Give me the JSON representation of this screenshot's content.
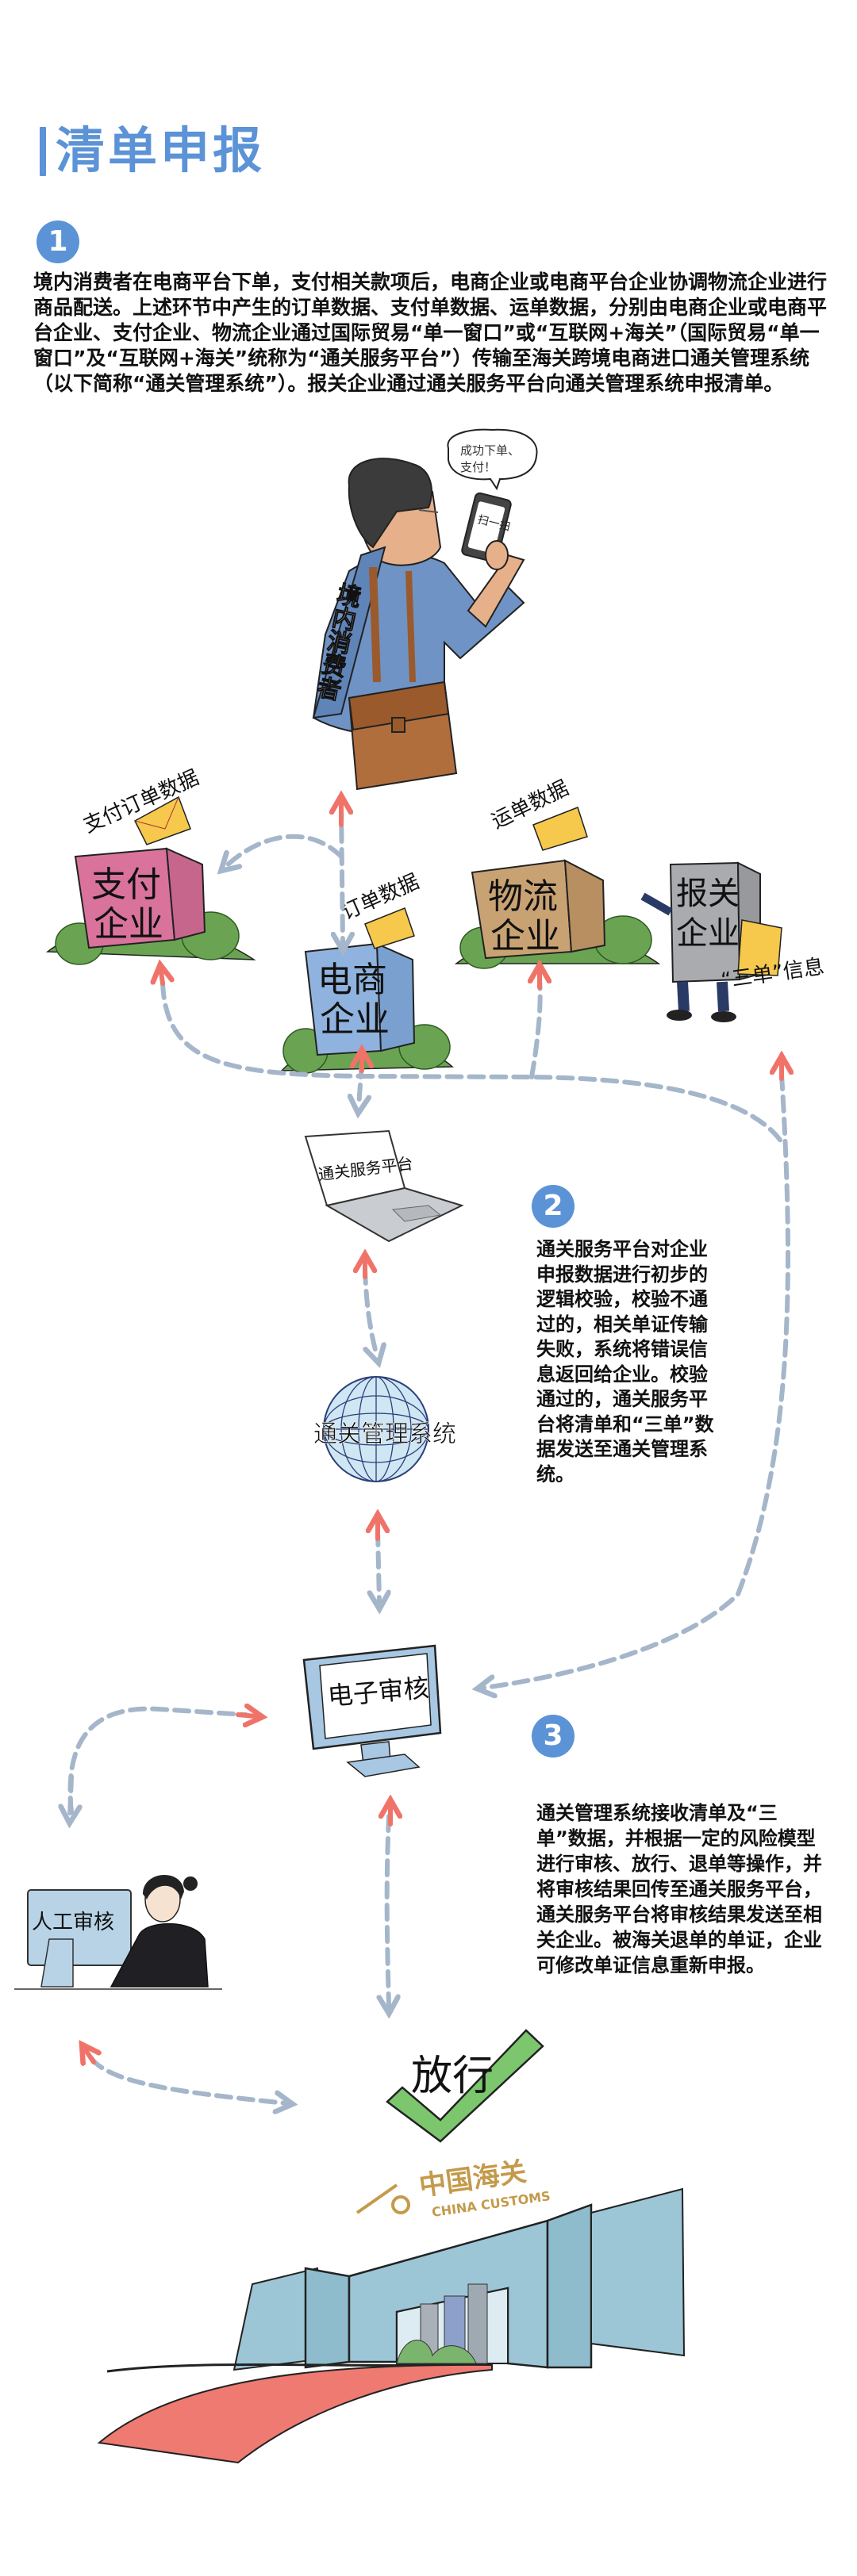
{
  "header": {
    "title": "清单申报"
  },
  "steps": [
    {
      "number": "1",
      "text": "境内消费者在电商平台下单，支付相关款项后，电商企业或电商平台企业协调物流企业进行商品配送。上述环节中产生的订单数据、支付单数据、运单数据，分别由电商企业或电商平台企业、支付企业、物流企业通过国际贸易“单一窗口”或“互联网+海关”（国际贸易“单一窗口”及“互联网+海关”统称为“通关服务平台”）传输至海关跨境电商进口通关管理系统（以下简称“通关管理系统”）。报关企业通过通关服务平台向通关管理系统申报清单。"
    },
    {
      "number": "2",
      "text": "通关服务平台对企业申报数据进行初步的逻辑校验，校验不通过的，相关单证传输失败，系统将错误信息返回给企业。校验通过的，通关服务平台将清单和“三单”数据发送至通关管理系统。"
    },
    {
      "number": "3",
      "text": "通关管理系统接收清单及“三单”数据，并根据一定的风险模型进行审核、放行、退单等操作，并将审核结果回传至通关服务平台，通关服务平台将审核结果发送至相关企业。被海关退单的单证，企业可修改单证信息重新申报。"
    }
  ],
  "illustration": {
    "consumer": {
      "sash_label": "境内消费者",
      "speech_bubble": [
        "成功下单、",
        "支付！"
      ],
      "phone_screen": "扫一扫"
    },
    "companies": {
      "payment": {
        "name_line1": "支付",
        "name_line2": "企业",
        "data_label": "支付订单数据",
        "color": "#d9739c"
      },
      "ecommerce": {
        "name_line1": "电商",
        "name_line2": "企业",
        "data_label": "订单数据",
        "color": "#8fb3de"
      },
      "logistics": {
        "name_line1": "物流",
        "name_line2": "企业",
        "data_label": "运单数据",
        "color": "#c9a274"
      },
      "customs_broker": {
        "name_line1": "报关",
        "name_line2": "企业",
        "data_label": "“三单”信息",
        "color": "#a9abae"
      }
    },
    "service_platform_label": "通关服务平台",
    "management_system_label": "通关管理系统",
    "electronic_review_label": "电子审核",
    "manual_review_label": "人工审核",
    "release_label": "放行",
    "customs_logo": {
      "cn": "中国海关",
      "en": "CHINA CUSTOMS"
    }
  },
  "colors": {
    "accent_blue": "#5b93d6",
    "arrow_dash": "#a5b6cb",
    "arrow_head_red": "#f0736a",
    "check_green": "#7cc66e",
    "carpet_red": "#ee7a72",
    "building_blue": "#9cc6d6",
    "logo_gold": "#c49a4a",
    "envelope_yellow": "#f6c84c",
    "tree_green": "#6aa453"
  }
}
